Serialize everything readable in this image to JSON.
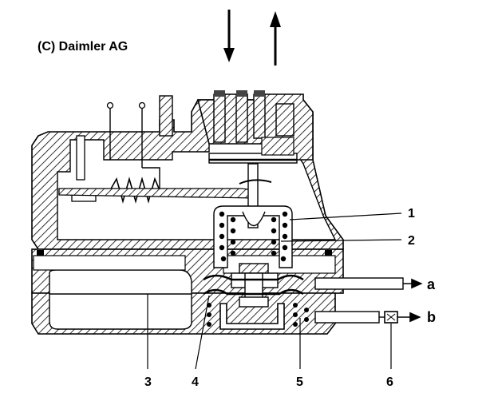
{
  "copyright": "(C) Daimler AG",
  "callouts": [
    "1",
    "2",
    "3",
    "4",
    "5",
    "6"
  ],
  "ports": [
    "a",
    "b"
  ]
}
